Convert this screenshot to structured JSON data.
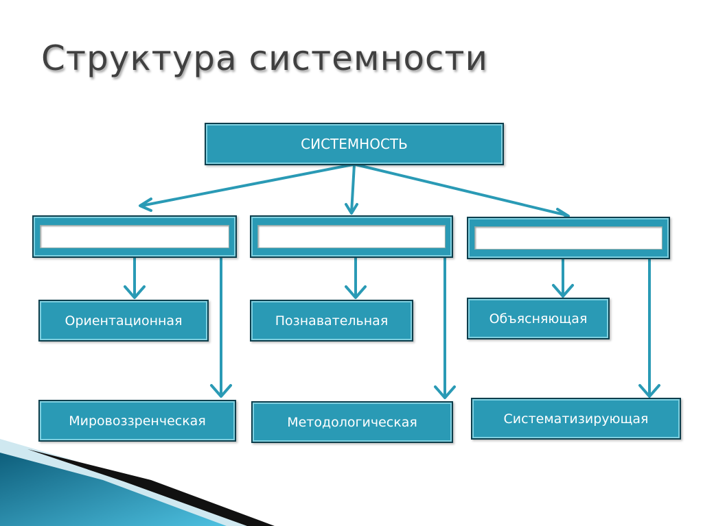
{
  "title": "Структура системности",
  "root": {
    "label": "СИСТЕМНОСТЬ"
  },
  "groups": [
    {
      "label": "",
      "children": [
        "Ориентационная",
        "Мировоззренческая"
      ]
    },
    {
      "label": "",
      "children": [
        "Познавательная",
        "Методологическая"
      ]
    },
    {
      "label": "",
      "children": [
        "Объясняющая",
        "Систематизирующая"
      ]
    }
  ],
  "colors": {
    "box_fill": "#2a9ab5",
    "box_border": "#0d3e4c",
    "arrow": "#2a9ab5",
    "title": "#404040"
  }
}
